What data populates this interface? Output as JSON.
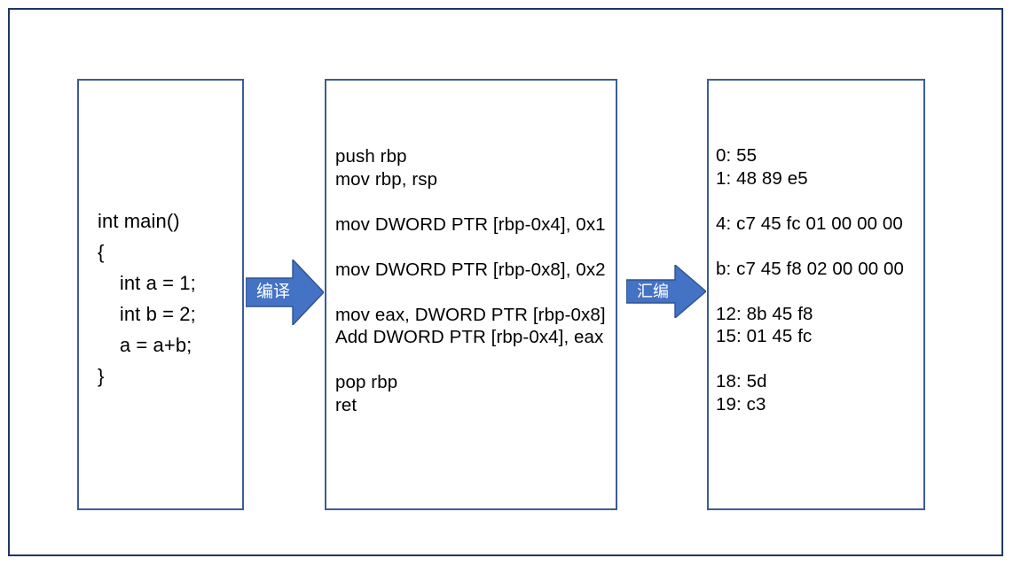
{
  "slide": {
    "frame_color": "#1F3864",
    "panel_border_color": "#3D5C99",
    "arrow_fill_color": "#4472C4",
    "arrow_stroke_color": "#2F528F",
    "text_color": "#000000"
  },
  "panels": {
    "source": {
      "title": "c-source-code",
      "code": "int main()\n{\n    int a = 1;\n    int b = 2;\n    a = a+b;\n}"
    },
    "assembly": {
      "title": "assembly-code",
      "code": "push rbp\nmov rbp, rsp\n\nmov DWORD PTR [rbp-0x4], 0x1\n\nmov DWORD PTR [rbp-0x8], 0x2\n\nmov eax, DWORD PTR [rbp-0x8]\nAdd DWORD PTR [rbp-0x4], eax\n\npop rbp\nret"
    },
    "machine": {
      "title": "machine-code",
      "code": "0: 55\n1: 48 89 e5\n\n4: c7 45 fc 01 00 00 00\n\nb: c7 45 f8 02 00 00 00\n\n12: 8b 45 f8\n15: 01 45 fc\n\n18: 5d\n19: c3"
    }
  },
  "arrows": {
    "compile": {
      "label": "编译"
    },
    "assemble": {
      "label": "汇编"
    }
  }
}
